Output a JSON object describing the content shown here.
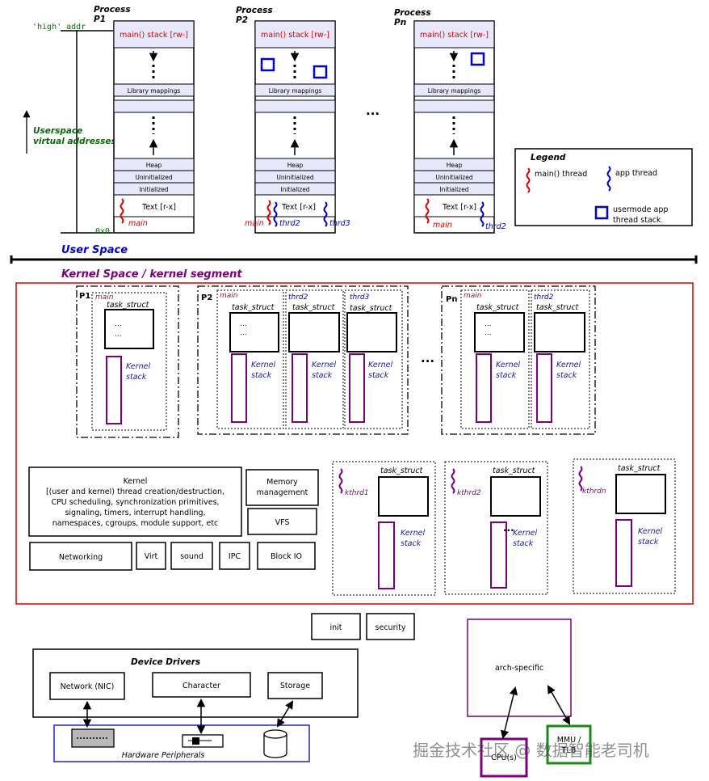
{
  "colors": {
    "red": "#dd0000",
    "blue": "#0000cc",
    "purple": "#7a007a",
    "green": "#0a6a0a",
    "lavender": "#e8e8fb",
    "kernel_border": "#e00000",
    "hw_border": "#2222cc",
    "mmu_border": "#1a8a1a"
  },
  "user_space": {
    "high_addr": "'high' addr",
    "zero_addr": "0x0",
    "va_label_1": "Userspace",
    "va_label_2": "virtual addresses",
    "title": "User Space",
    "dots": "...",
    "processes": [
      {
        "title_1": "Process",
        "title_2": "P1",
        "stack": "main() stack [rw-]",
        "libmap": "Library mappings",
        "heap": "Heap",
        "uninit": "Uninitialized",
        "init": "Initialized",
        "text": "Text [r-x]",
        "thread_main": "main"
      },
      {
        "title_1": "Process",
        "title_2": "P2",
        "stack": "main() stack [rw-]",
        "libmap": "Library mappings",
        "heap": "Heap",
        "uninit": "Uninitialized",
        "init": "Initialized",
        "text": "Text [r-x]",
        "thread_main": "main",
        "thread_2": "thrd2",
        "thread_3": "thrd3"
      },
      {
        "title_1": "Process",
        "title_2": "Pn",
        "stack": "main() stack [rw-]",
        "libmap": "Library mappings",
        "heap": "Heap",
        "uninit": "Uninitialized",
        "init": "Initialized",
        "text": "Text [r-x]",
        "thread_main": "main",
        "thread_2": "thrd2"
      }
    ]
  },
  "legend": {
    "title": "Legend",
    "main_thread": "main() thread",
    "app_thread": "app thread",
    "stack_1": "usermode app",
    "stack_2": "thread stack"
  },
  "kernel_space": {
    "title": "Kernel Space / kernel segment",
    "task_struct": "task_struct",
    "ellipsis": "...",
    "kstack_1": "Kernel",
    "kstack_2": "stack",
    "dots": "...",
    "p1": {
      "label": "P1",
      "t1": "main"
    },
    "p2": {
      "label": "P2",
      "t1": "main",
      "t2": "thrd2",
      "t3": "thrd3"
    },
    "pn": {
      "label": "Pn",
      "t1": "main",
      "t2": "thrd2"
    },
    "kthreads": [
      "kthrd1",
      "kthrd2",
      "kthrdn"
    ],
    "core": {
      "title": "Kernel",
      "line1": "[(user and kernel) thread creation/destruction,",
      "line2": "CPU scheduling, synchronization primitives,",
      "line3": "signaling, timers, interrupt handling,",
      "line4": "namespaces, cgroups, module support, etc"
    },
    "memory_1": "Memory",
    "memory_2": "management",
    "vfs": "VFS",
    "networking": "Networking",
    "virt": "Virt",
    "sound": "sound",
    "ipc": "IPC",
    "blockio": "Block IO"
  },
  "init": "init",
  "security": "security",
  "drivers": {
    "title": "Device Drivers",
    "nic": "Network (NIC)",
    "character": "Character",
    "storage": "Storage"
  },
  "hardware": "Hardware Peripherals",
  "arch": "arch-specific",
  "cpu": "CPU(s)",
  "mmu_1": "MMU /",
  "mmu_2": "TLB",
  "watermark": "掘金技术社区 @ 数据智能老司机"
}
